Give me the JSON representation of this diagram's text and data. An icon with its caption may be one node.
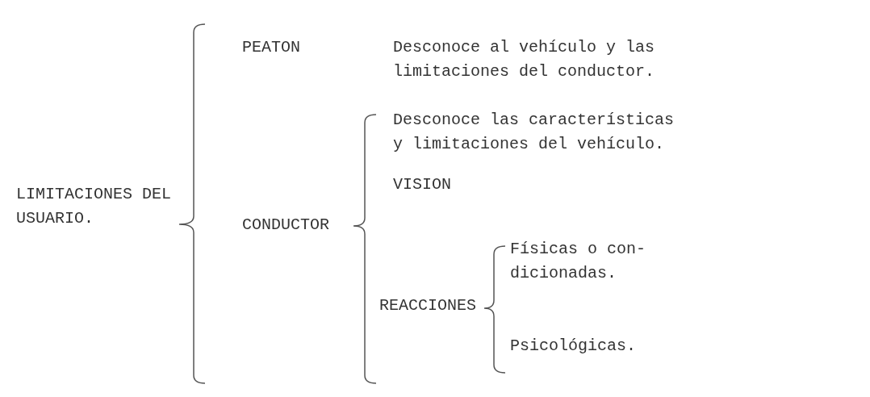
{
  "diagram": {
    "labels": [
      "PEATON",
      "Desconoce al vehículo y las limitaciones del conductor.",
      "Desconoce las características y limitaciones del vehículo.",
      "LIMITACIONES DEL USUARIO.",
      "VISION",
      "CONDUCTOR",
      "Físicas o con- dicionadas.",
      "REACCIONES",
      "Psicológicas."
    ]
  }
}
